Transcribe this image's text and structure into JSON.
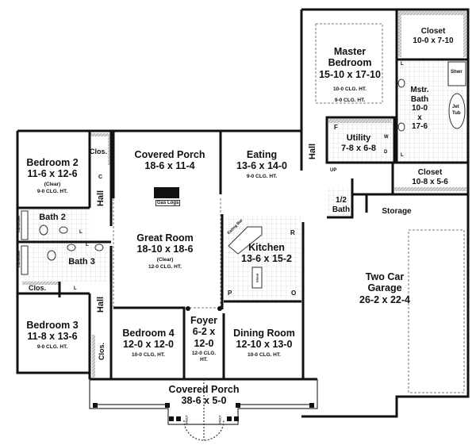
{
  "rooms": {
    "master_bedroom": {
      "name": "Master Bedroom",
      "name1": "Master",
      "name2": "Bedroom",
      "dims": "15-10 x 17-10",
      "ceiling_tray": "10-0 CLG. HT.",
      "ceiling": "9-0 CLG. HT."
    },
    "closet_master": {
      "name": "Closet",
      "dims": "10-0 x 7-10"
    },
    "master_bath": {
      "name1": "Mstr.",
      "name2": "Bath",
      "dims1": "10-0",
      "dims2": "x",
      "dims3": "17-6"
    },
    "utility": {
      "name": "Utility",
      "dims": "7-8 x 6-8"
    },
    "closet_hall": {
      "name": "Closet",
      "dims": "10-8 x 5-6"
    },
    "half_bath": {
      "name1": "1/2",
      "name2": "Bath"
    },
    "storage": {
      "name": "Storage"
    },
    "garage": {
      "name": "Two Car Garage",
      "name1": "Two Car",
      "name2": "Garage",
      "dims": "26-2 x 22-4"
    },
    "bedroom2": {
      "name": "Bedroom 2",
      "dims": "11-6 x 12-6",
      "note": "(Clear)",
      "ceiling": "9-0 CLG. HT."
    },
    "covered_porch_rear": {
      "name": "Covered Porch",
      "dims": "18-6 x 11-4"
    },
    "eating": {
      "name": "Eating",
      "dims": "13-6 x 14-0",
      "ceiling": "9-0 CLG. HT."
    },
    "bath2": {
      "name": "Bath 2"
    },
    "bath3": {
      "name": "Bath 3"
    },
    "great_room": {
      "name": "Great Room",
      "dims": "18-10 x 18-6",
      "note": "(Clear)",
      "ceiling": "12-0 CLG. HT."
    },
    "kitchen": {
      "name": "Kitchen",
      "dims": "13-6 x 15-2"
    },
    "bedroom3": {
      "name": "Bedroom 3",
      "dims": "11-8 x 13-6",
      "ceiling": "9-0 CLG. HT."
    },
    "bedroom4": {
      "name": "Bedroom 4",
      "dims": "12-0 x 12-0",
      "ceiling": "10-0 CLG. HT."
    },
    "foyer": {
      "name": "Foyer",
      "dims1": "6-2 x",
      "dims2": "12-0",
      "ceiling1": "12-0 CLG.",
      "ceiling2": "HT."
    },
    "dining": {
      "name": "Dining Room",
      "dims": "12-10 x 13-0",
      "ceiling": "10-0 CLG. HT."
    },
    "covered_porch_front": {
      "name": "Covered Porch",
      "dims": "38-6 x 5-0"
    }
  },
  "small_labels": {
    "clos": "Clos.",
    "c": "C",
    "hall": "Hall",
    "gas_logs": "Gas Logs",
    "l": "L",
    "up": "UP",
    "f": "F",
    "w": "W",
    "d": "D",
    "r": "R",
    "o": "O",
    "p": "P",
    "shwr": "Shwr",
    "jet": "Jet",
    "tub": "Tub",
    "tub_shower": "Tub/Shower",
    "eating_bar": "Eating Bar",
    "island": "Island",
    "vault": "VAULT"
  }
}
